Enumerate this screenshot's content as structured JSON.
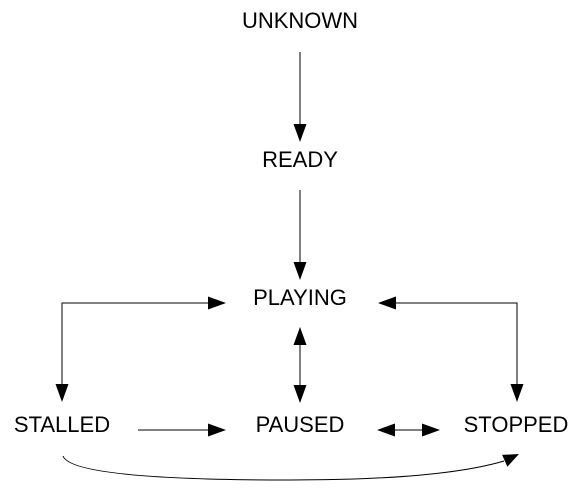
{
  "diagram": {
    "states": {
      "unknown": "UNKNOWN",
      "ready": "READY",
      "playing": "PLAYING",
      "stalled": "STALLED",
      "paused": "PAUSED",
      "stopped": "STOPPED"
    },
    "transitions": [
      {
        "from": "UNKNOWN",
        "to": "READY"
      },
      {
        "from": "READY",
        "to": "PLAYING"
      },
      {
        "from": "STALLED",
        "to": "PLAYING"
      },
      {
        "from": "PLAYING",
        "to": "STALLED"
      },
      {
        "from": "PLAYING",
        "to": "PAUSED"
      },
      {
        "from": "PAUSED",
        "to": "PLAYING"
      },
      {
        "from": "STOPPED",
        "to": "PLAYING"
      },
      {
        "from": "PLAYING",
        "to": "STOPPED"
      },
      {
        "from": "STALLED",
        "to": "PAUSED"
      },
      {
        "from": "PAUSED",
        "to": "STOPPED"
      },
      {
        "from": "STOPPED",
        "to": "PAUSED"
      },
      {
        "from": "STALLED",
        "to": "STOPPED"
      }
    ],
    "colors": {
      "line": "#000000",
      "background": "#ffffff"
    }
  }
}
